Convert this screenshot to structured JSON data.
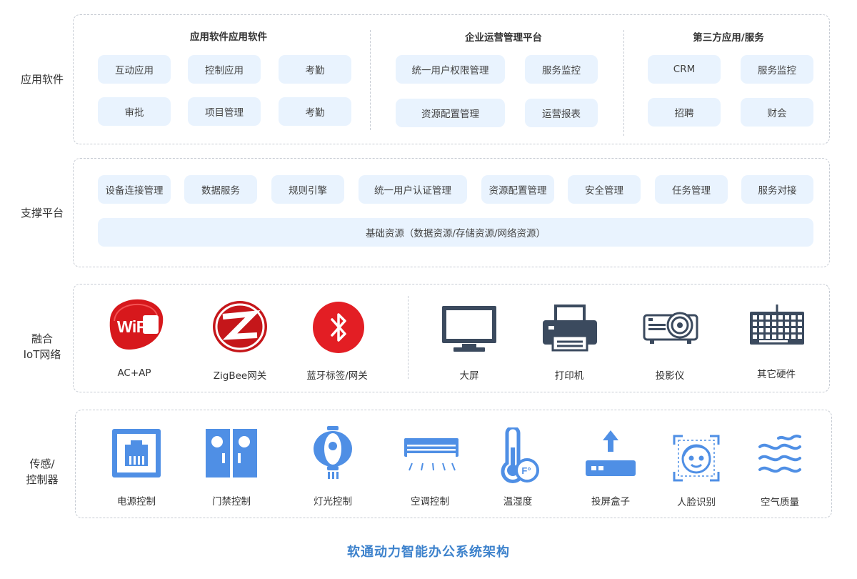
{
  "layers": {
    "app": "应用软件",
    "support": "支撑平台",
    "iot_line1": "融合",
    "iot_line2": "IoT网络",
    "sensor_line1": "传感/",
    "sensor_line2": "控制器"
  },
  "app_groups": [
    {
      "title": "应用软件应用软件",
      "items": [
        "互动应用",
        "控制应用",
        "考勤",
        "审批",
        "项目管理",
        "考勤"
      ]
    },
    {
      "title": "企业运营管理平台",
      "items": [
        "统一用户权限管理",
        "服务监控",
        "资源配置管理",
        "运营报表"
      ]
    },
    {
      "title": "第三方应用/服务",
      "items": [
        "CRM",
        "服务监控",
        "招聘",
        "财会"
      ]
    }
  ],
  "support": {
    "items": [
      "设备连接管理",
      "数据服务",
      "规则引擎",
      "统一用户认证管理",
      "资源配置管理",
      "安全管理",
      "任务管理",
      "服务对接"
    ],
    "base": "基础资源（数据资源/存储资源/网络资源）"
  },
  "iot": {
    "wifi_logo_text": "WiFi",
    "items": [
      {
        "label": "AC+AP",
        "icon": "wifi-logo-icon"
      },
      {
        "label": "ZigBee网关",
        "icon": "zigbee-logo-icon"
      },
      {
        "label": "蓝牙标签/网关",
        "icon": "bluetooth-logo-icon"
      },
      {
        "label": "大屏",
        "icon": "monitor-icon"
      },
      {
        "label": "打印机",
        "icon": "printer-icon"
      },
      {
        "label": "投影仪",
        "icon": "projector-icon"
      },
      {
        "label": "其它硬件",
        "icon": "keyboard-icon"
      }
    ]
  },
  "sensors": {
    "items": [
      {
        "label": "电源控制",
        "icon": "power-socket-icon"
      },
      {
        "label": "门禁控制",
        "icon": "door-icon"
      },
      {
        "label": "灯光控制",
        "icon": "lantern-icon"
      },
      {
        "label": "空调控制",
        "icon": "air-conditioner-icon"
      },
      {
        "label": "温湿度",
        "icon": "thermometer-icon"
      },
      {
        "label": "投屏盒子",
        "icon": "cast-box-icon"
      },
      {
        "label": "人脸识别",
        "icon": "face-scan-icon"
      },
      {
        "label": "空气质量",
        "icon": "air-waves-icon"
      }
    ]
  },
  "footer": "软通动力智能办公系统架构",
  "colors": {
    "accent": "#4f8fe5",
    "pill_bg": "#e9f3fe",
    "dark_icon": "#3b4a5e",
    "red": "#d7181c",
    "footer": "#3d82cc"
  }
}
